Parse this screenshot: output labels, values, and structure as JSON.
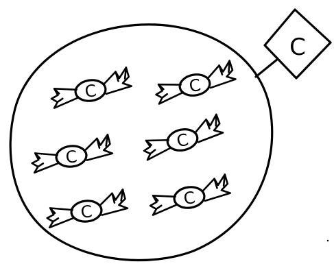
{
  "scene": {
    "description_free": true,
    "bag_label_letter": "C",
    "candy_letter": "C",
    "candy_count": 6,
    "ink_color": "#000000",
    "paper_color": "#ffffff",
    "icons": {
      "bag": "round-bag-icon",
      "tag": "tag-icon",
      "candy": "wrapped-candy-icon"
    }
  }
}
